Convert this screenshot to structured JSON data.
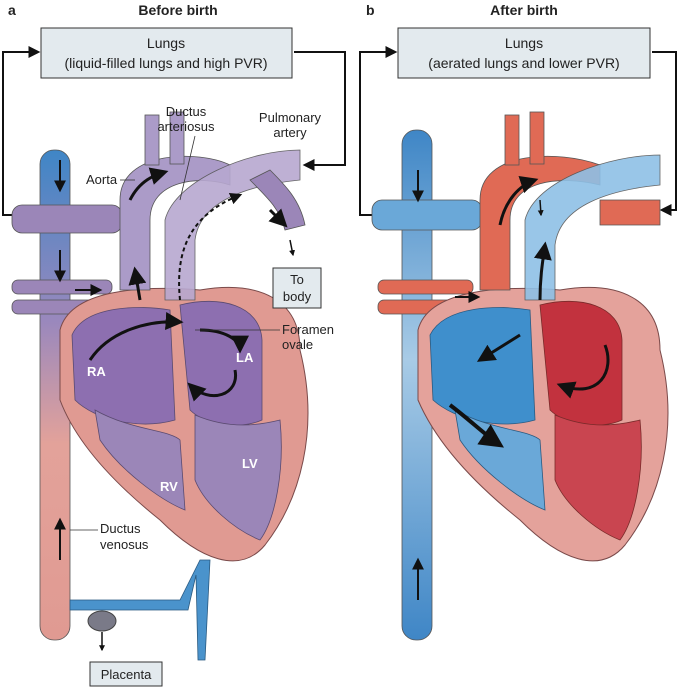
{
  "panel_a": {
    "letter": "a",
    "title": "Before birth",
    "lungs_title": "Lungs",
    "lungs_subtitle": "(liquid-filled lungs and high PVR)",
    "labels": {
      "ductus_arteriosus_1": "Ductus",
      "ductus_arteriosus_2": "arteriosus",
      "pulmonary_artery_1": "Pulmonary",
      "pulmonary_artery_2": "artery",
      "aorta": "Aorta",
      "to_body_1": "To",
      "to_body_2": "body",
      "foramen_ovale_1": "Foramen",
      "foramen_ovale_2": "ovale",
      "ra": "RA",
      "la": "LA",
      "rv": "RV",
      "lv": "LV",
      "ductus_venosus_1": "Ductus",
      "ductus_venosus_2": "venosus",
      "placenta": "Placenta"
    }
  },
  "panel_b": {
    "letter": "b",
    "title": "After birth",
    "lungs_title": "Lungs",
    "lungs_subtitle": "(aerated lungs and lower PVR)"
  },
  "colors": {
    "box_fill": "#e3eaee",
    "purple": "#9b86b8",
    "pink": "#e6a39c",
    "red": "#c9474a",
    "blue": "#4a93cc"
  }
}
